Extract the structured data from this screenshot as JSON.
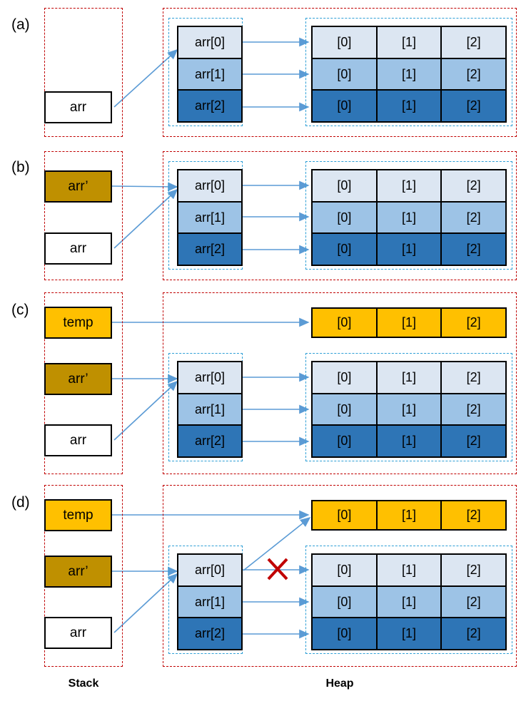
{
  "figure": {
    "title": "Stack and heap memory diagram for array pointer aliasing",
    "captions": {
      "stack": "Stack",
      "heap": "Heap"
    },
    "colors": {
      "region_border_stack": "#c00000",
      "region_border_heap": "#c00000",
      "region_border_inner": "#2e9fd6",
      "cell_light": "#dce6f2",
      "cell_mid": "#9dc3e6",
      "cell_dark": "#2e75b6",
      "amber_bright": "#ffc000",
      "amber_dark": "#bf9000",
      "arrow": "#5b9bd5",
      "x_mark": "#c00000",
      "box_border": "#000000"
    }
  },
  "panels": [
    {
      "letter": "(a)",
      "stack_vars": [
        {
          "label": "arr",
          "style": "white"
        }
      ],
      "pointer_array": {
        "cells": [
          {
            "label": "arr[0]",
            "shade": "light"
          },
          {
            "label": "arr[1]",
            "shade": "mid"
          },
          {
            "label": "arr[2]",
            "shade": "dark"
          }
        ]
      },
      "heap_arrays": [
        {
          "rows": [
            {
              "shade": "light",
              "cells": [
                "[0]",
                "[1]",
                "[2]"
              ]
            },
            {
              "shade": "mid",
              "cells": [
                "[0]",
                "[1]",
                "[2]"
              ]
            },
            {
              "shade": "dark",
              "cells": [
                "[0]",
                "[1]",
                "[2]"
              ]
            }
          ]
        }
      ],
      "x_mark": false
    },
    {
      "letter": "(b)",
      "stack_vars": [
        {
          "label": "arr’",
          "style": "amber-dark"
        },
        {
          "label": "arr",
          "style": "white"
        }
      ],
      "pointer_array": {
        "cells": [
          {
            "label": "arr[0]",
            "shade": "light"
          },
          {
            "label": "arr[1]",
            "shade": "mid"
          },
          {
            "label": "arr[2]",
            "shade": "dark"
          }
        ]
      },
      "heap_arrays": [
        {
          "rows": [
            {
              "shade": "light",
              "cells": [
                "[0]",
                "[1]",
                "[2]"
              ]
            },
            {
              "shade": "mid",
              "cells": [
                "[0]",
                "[1]",
                "[2]"
              ]
            },
            {
              "shade": "dark",
              "cells": [
                "[0]",
                "[1]",
                "[2]"
              ]
            }
          ]
        }
      ],
      "x_mark": false
    },
    {
      "letter": "(c)",
      "stack_vars": [
        {
          "label": "temp",
          "style": "amber-bright"
        },
        {
          "label": "arr’",
          "style": "amber-dark"
        },
        {
          "label": "arr",
          "style": "white"
        }
      ],
      "pointer_array": {
        "cells": [
          {
            "label": "arr[0]",
            "shade": "light"
          },
          {
            "label": "arr[1]",
            "shade": "mid"
          },
          {
            "label": "arr[2]",
            "shade": "dark"
          }
        ]
      },
      "heap_arrays": [
        {
          "rows": [
            {
              "shade": "amber",
              "cells": [
                "[0]",
                "[1]",
                "[2]"
              ]
            }
          ]
        },
        {
          "rows": [
            {
              "shade": "light",
              "cells": [
                "[0]",
                "[1]",
                "[2]"
              ]
            },
            {
              "shade": "mid",
              "cells": [
                "[0]",
                "[1]",
                "[2]"
              ]
            },
            {
              "shade": "dark",
              "cells": [
                "[0]",
                "[1]",
                "[2]"
              ]
            }
          ]
        }
      ],
      "x_mark": false
    },
    {
      "letter": "(d)",
      "stack_vars": [
        {
          "label": "temp",
          "style": "amber-bright"
        },
        {
          "label": "arr’",
          "style": "amber-dark"
        },
        {
          "label": "arr",
          "style": "white"
        }
      ],
      "pointer_array": {
        "cells": [
          {
            "label": "arr[0]",
            "shade": "light"
          },
          {
            "label": "arr[1]",
            "shade": "mid"
          },
          {
            "label": "arr[2]",
            "shade": "dark"
          }
        ]
      },
      "heap_arrays": [
        {
          "rows": [
            {
              "shade": "amber",
              "cells": [
                "[0]",
                "[1]",
                "[2]"
              ]
            }
          ]
        },
        {
          "rows": [
            {
              "shade": "light",
              "cells": [
                "[0]",
                "[1]",
                "[2]"
              ]
            },
            {
              "shade": "mid",
              "cells": [
                "[0]",
                "[1]",
                "[2]"
              ]
            },
            {
              "shade": "dark",
              "cells": [
                "[0]",
                "[1]",
                "[2]"
              ]
            }
          ]
        }
      ],
      "x_mark": true,
      "x_mark_label": "X"
    }
  ]
}
